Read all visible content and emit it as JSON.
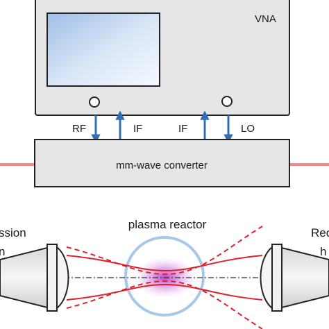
{
  "vna": {
    "label": "VNA"
  },
  "converter": {
    "label": "mm-wave converter"
  },
  "signals": {
    "rf": "RF",
    "if_left": "IF",
    "if_right": "IF",
    "lo": "LO"
  },
  "reactor": {
    "label": "plasma reactor"
  },
  "left_horn": {
    "label_line1": "ssion",
    "label_line2": "n"
  },
  "right_horn": {
    "label_line1": "Rec",
    "label_line2": "h"
  },
  "colors": {
    "arrow": "#2f6fb2",
    "beam": "#e0202a",
    "cable": "#f08a8a",
    "plasma": "#b43cc8",
    "reactor_ring": "#a8c8e8",
    "screen": "#c9dcf3",
    "box_fill": "#e6e6e6",
    "outline": "#222222"
  }
}
